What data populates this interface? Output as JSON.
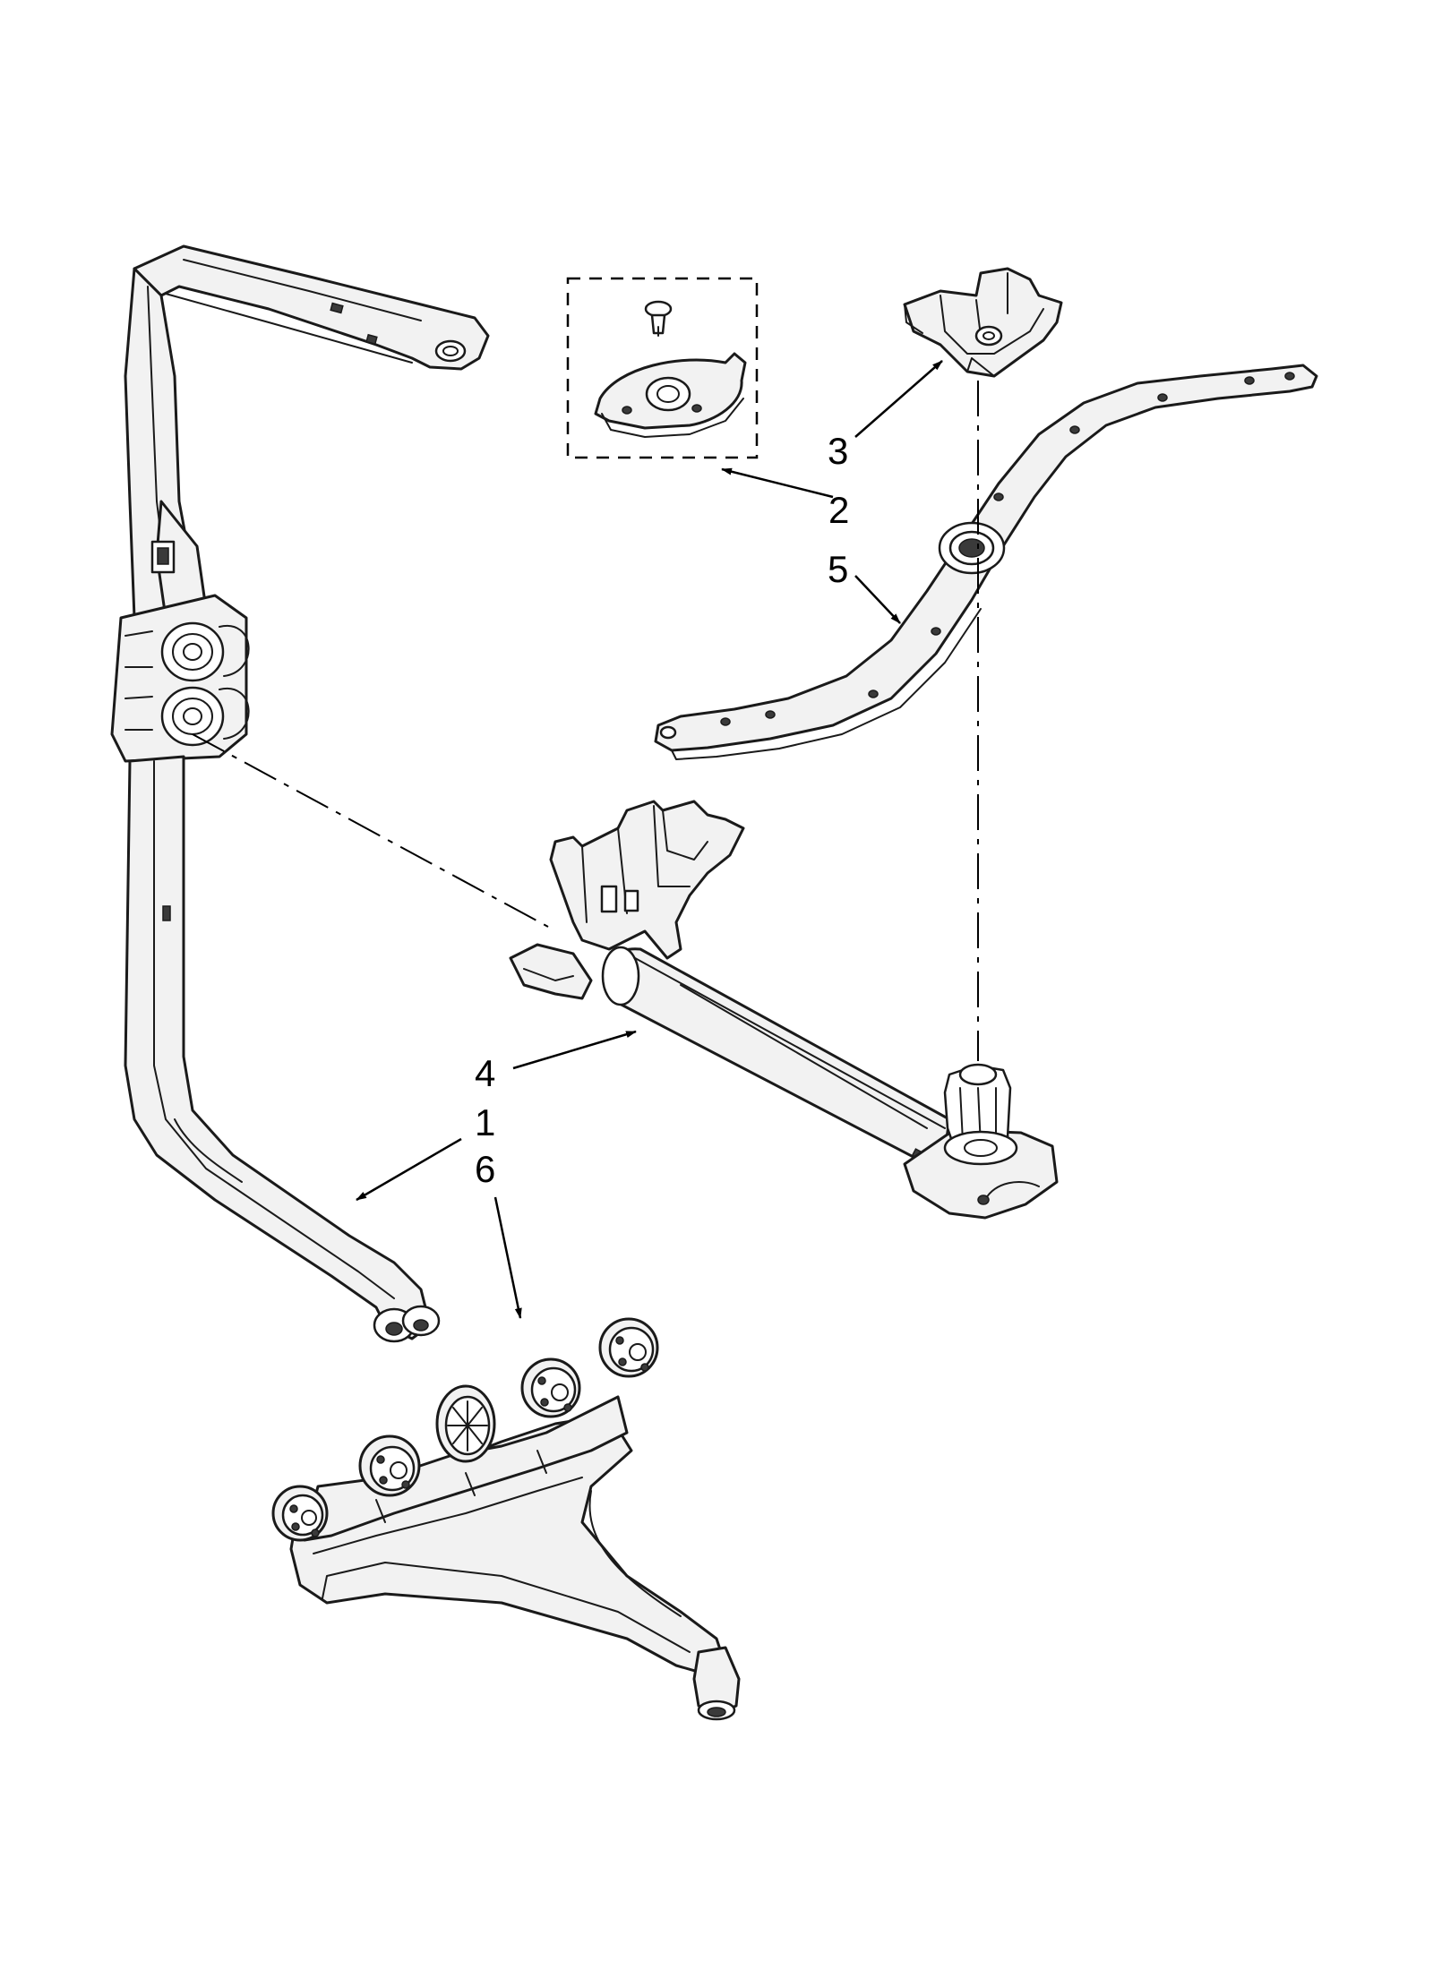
{
  "callouts": [
    {
      "id": "1",
      "label": "1"
    },
    {
      "id": "2",
      "label": "2"
    },
    {
      "id": "3",
      "label": "3"
    },
    {
      "id": "4",
      "label": "4"
    },
    {
      "id": "5",
      "label": "5"
    },
    {
      "id": "6",
      "label": "6"
    }
  ],
  "parts": [
    {
      "callout": "1",
      "icon": "supply-tube-icon"
    },
    {
      "callout": "2",
      "icon": "hub-kit-icon"
    },
    {
      "callout": "3",
      "icon": "spray-arm-mount-icon"
    },
    {
      "callout": "4",
      "icon": "spray-arm-manifold-icon"
    },
    {
      "callout": "5",
      "icon": "lower-spray-arm-icon"
    },
    {
      "callout": "6",
      "icon": "spray-manifold-icon"
    }
  ]
}
